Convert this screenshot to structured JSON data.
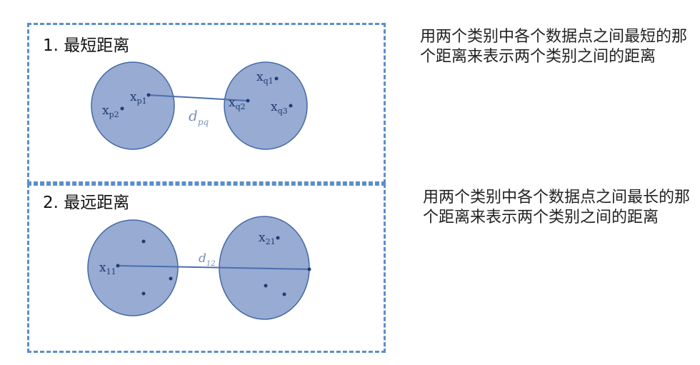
{
  "colors": {
    "border": "#5b8ec9",
    "cluster_fill": "#98abd2",
    "cluster_stroke": "#4368a6",
    "link": "#4a6fb0",
    "point": "#1f3d6e",
    "distance_label": "#7a8fb8"
  },
  "sections": [
    {
      "heading": "1. 最短距离",
      "description": "用两个类别中各个数据点之间最短的那个距离来表示两个类别之间的距离",
      "distance_label": {
        "main": "d",
        "sub": "pq"
      },
      "points": [
        {
          "base": "x",
          "sub": "p1"
        },
        {
          "base": "x",
          "sub": "p2"
        },
        {
          "base": "x",
          "sub": "q1"
        },
        {
          "base": "x",
          "sub": "q2"
        },
        {
          "base": "x",
          "sub": "q3"
        }
      ]
    },
    {
      "heading": "2. 最远距离",
      "description": "用两个类别中各个数据点之间最长的那个距离来表示两个类别之间的距离",
      "distance_label": {
        "main": "d",
        "sub": "12"
      },
      "points": [
        {
          "base": "x",
          "sub": "11"
        },
        {
          "base": "x",
          "sub": "21"
        }
      ]
    }
  ]
}
